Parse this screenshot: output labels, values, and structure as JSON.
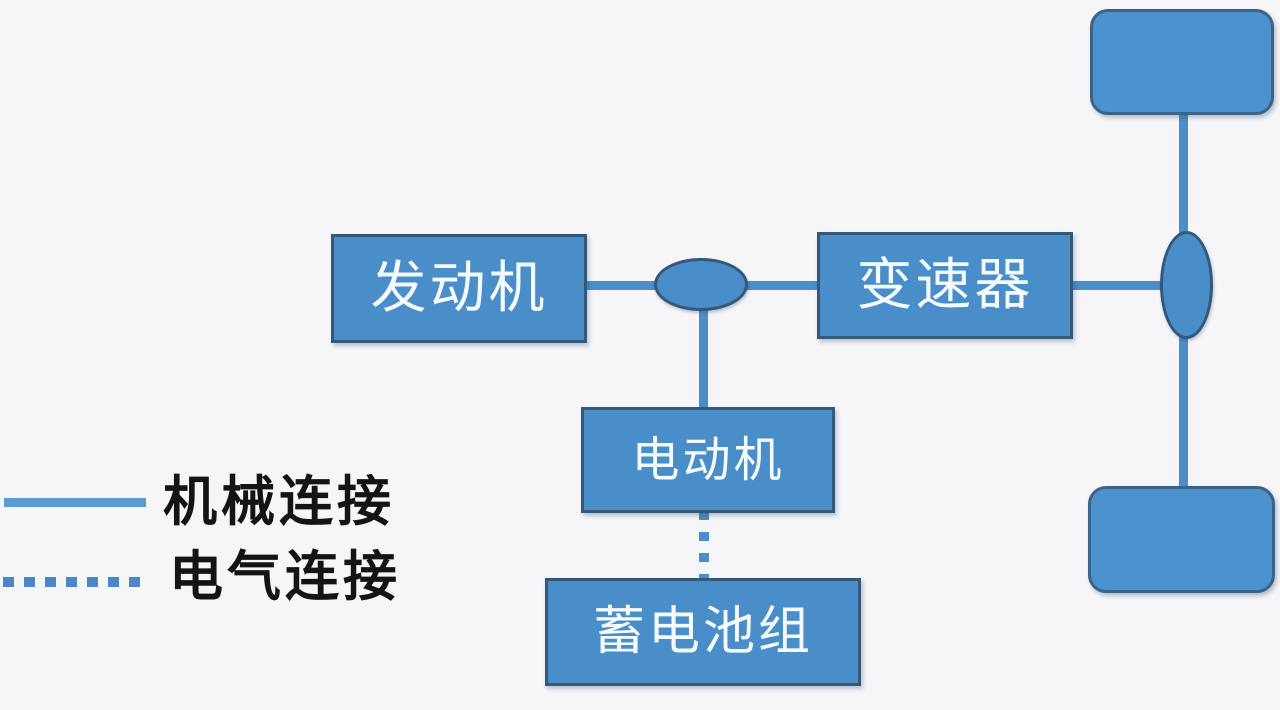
{
  "nodes": {
    "engine": {
      "label": "发动机"
    },
    "transmission": {
      "label": "变速器"
    },
    "motor": {
      "label": "电动机"
    },
    "battery": {
      "label": "蓄电池组"
    }
  },
  "legend": {
    "mechanical_label": "机械连接",
    "electrical_label": "电气连接"
  },
  "colors": {
    "node_fill": "#4a8ec9",
    "node_border": "#33587a",
    "wheel_fill": "#4b92ce",
    "connector": "#4a8ec9",
    "legend_solid_line": "#5b9bd5",
    "legend_text": "#141414",
    "node_text": "#f4faff",
    "background": "#f6f6f9"
  }
}
